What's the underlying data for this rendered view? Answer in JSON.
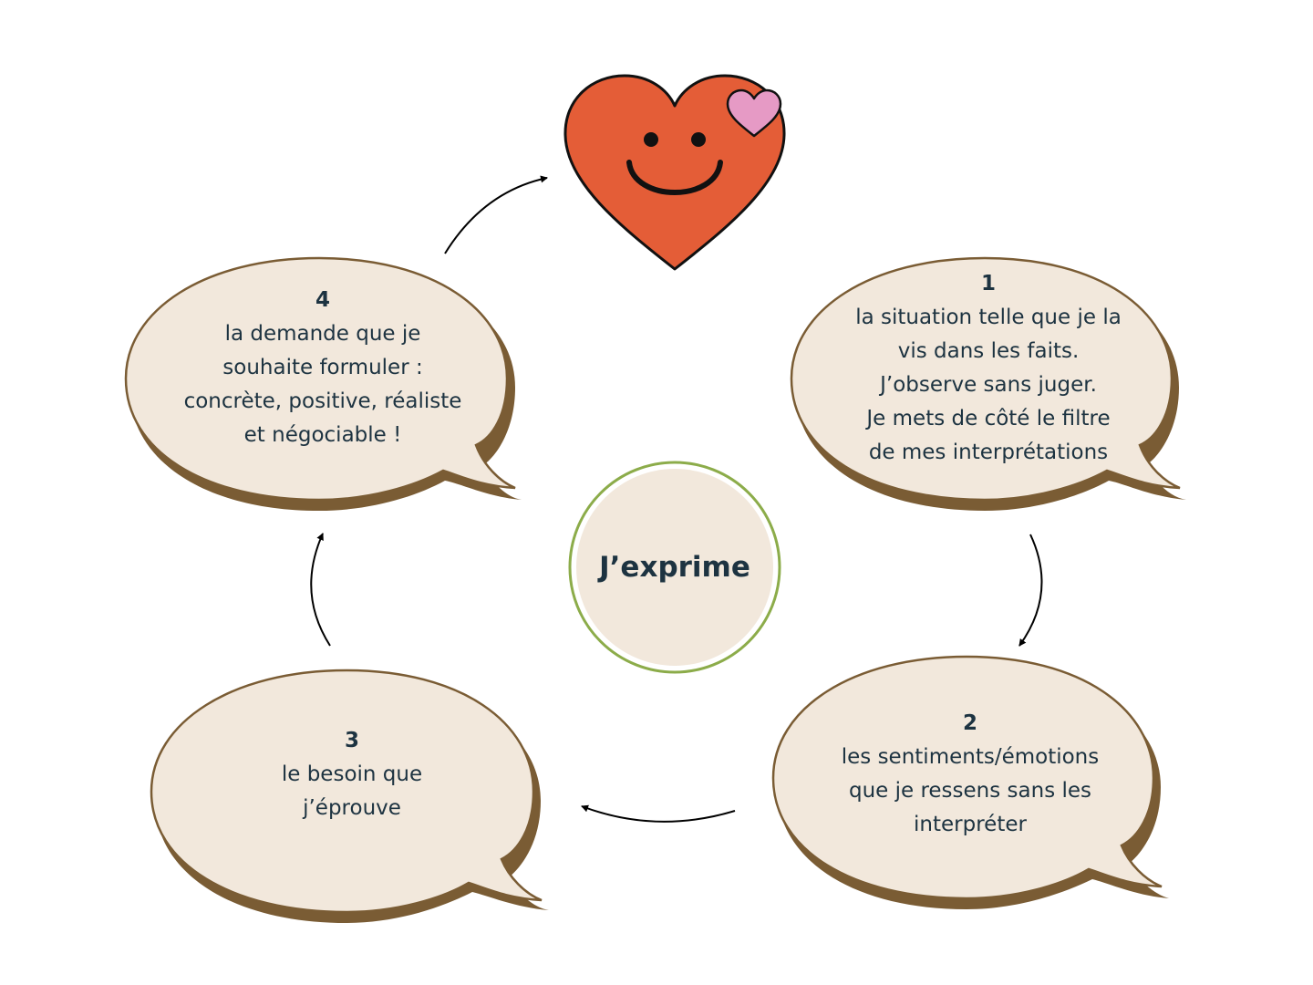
{
  "center": {
    "label": "J’exprime"
  },
  "steps": [
    {
      "number": "1",
      "lines": [
        "la situation telle que je la",
        "vis dans les faits.",
        "J’observe sans juger.",
        "Je mets de côté le filtre",
        "de mes interprétations"
      ]
    },
    {
      "number": "2",
      "lines": [
        "les sentiments/émotions",
        "que je ressens sans les",
        "interpréter"
      ]
    },
    {
      "number": "3",
      "lines": [
        "le besoin que",
        "j’éprouve"
      ]
    },
    {
      "number": "4",
      "lines": [
        "la demande que je",
        "souhaite formuler  :",
        "concrète, positive, réaliste",
        "et négociable !"
      ]
    }
  ],
  "colors": {
    "bubble_fill": "#f2e8dc",
    "bubble_shadow": "#7a5c34",
    "heart": "#e45d37",
    "small_heart": "#e69ac5",
    "center_ring": "#8cac4a",
    "text": "#1d3341"
  },
  "icons": {
    "heart": "smiling-heart-icon",
    "small_heart": "pink-heart-icon"
  }
}
